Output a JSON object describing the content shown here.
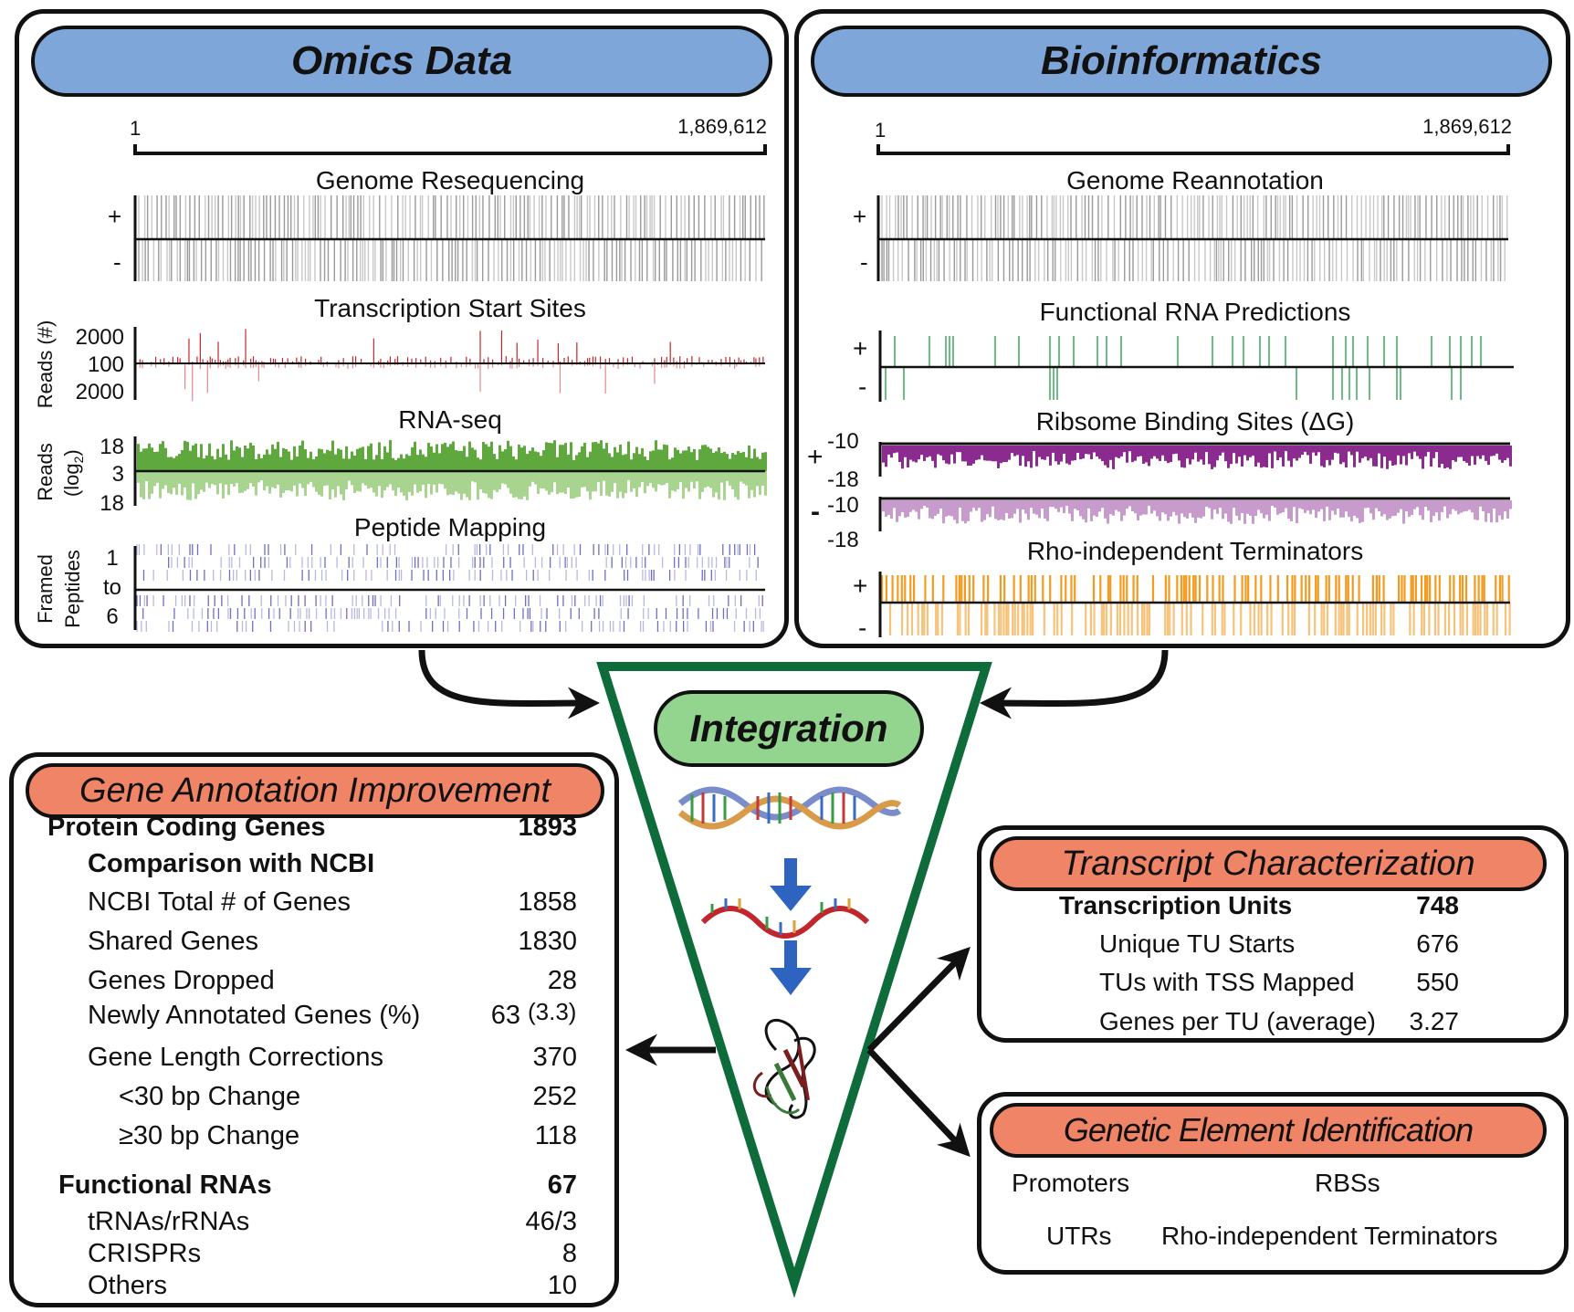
{
  "omics": {
    "title": "Omics Data",
    "axis_start": "1",
    "axis_end": "1,869,612",
    "tracks": {
      "genome_reseq": {
        "title": "Genome Resequencing",
        "plus": "+",
        "minus": "-"
      },
      "tss": {
        "title": "Transcription Start Sites",
        "ylabel": "Reads (#)",
        "ticks": [
          "2000",
          "100",
          "2000"
        ]
      },
      "rnaseq": {
        "title": "RNA-seq",
        "ylabel_line1": "Reads",
        "ylabel_line2": "(log",
        "ylabel_sub": "2",
        "ylabel_close": ")",
        "ticks": [
          "18",
          "3",
          "18"
        ]
      },
      "peptide": {
        "title": "Peptide Mapping",
        "ylabel_line1": "Framed",
        "ylabel_line2": "Peptides",
        "ticks": [
          "1",
          "to",
          "6"
        ]
      }
    }
  },
  "bioinformatics": {
    "title": "Bioinformatics",
    "axis_start": "1",
    "axis_end": "1,869,612",
    "tracks": {
      "reannotation": {
        "title": "Genome Reannotation",
        "plus": "+",
        "minus": "-"
      },
      "frna": {
        "title": "Functional RNA Predictions",
        "plus": "+",
        "minus": "-"
      },
      "rbs": {
        "title": "Ribsome Binding Sites (ΔG)",
        "plus": "+",
        "minus": "-",
        "ticks": [
          "-10",
          "-18",
          "-10",
          "-18"
        ]
      },
      "terminators": {
        "title": "Rho-independent Terminators",
        "plus": "+",
        "minus": "-"
      }
    }
  },
  "integration": {
    "title": "Integration"
  },
  "gene_annotation": {
    "title": "Gene Annotation Improvement",
    "rows": [
      {
        "label": "Protein Coding Genes",
        "value": "1893"
      },
      {
        "label": "Comparison with NCBI",
        "value": ""
      },
      {
        "label": "NCBI Total # of Genes",
        "value": "1858"
      },
      {
        "label": "Shared Genes",
        "value": "1830"
      },
      {
        "label": "Genes Dropped",
        "value": "28"
      },
      {
        "label": "Newly Annotated Genes (%)",
        "value": "63",
        "extra": "(3.3)"
      },
      {
        "label": "Gene Length Corrections",
        "value": "370"
      },
      {
        "label": "<30 bp Change",
        "value": "252"
      },
      {
        "label": "≥30 bp Change",
        "value": "118"
      },
      {
        "label": "Functional RNAs",
        "value": "67"
      },
      {
        "label": "tRNAs/rRNAs",
        "value": "46/3"
      },
      {
        "label": "CRISPRs",
        "value": "8"
      },
      {
        "label": "Others",
        "value": "10"
      }
    ]
  },
  "transcript": {
    "title": "Transcript Characterization",
    "rows": [
      {
        "label": "Transcription Units",
        "value": "748"
      },
      {
        "label": "Unique TU Starts",
        "value": "676"
      },
      {
        "label": "TUs with TSS Mapped",
        "value": "550"
      },
      {
        "label": "Genes per TU (average)",
        "value": "3.27"
      }
    ]
  },
  "genetic": {
    "title": "Genetic Element Identification",
    "items": [
      "Promoters",
      "RBSs",
      "UTRs",
      "Rho-independent Terminators"
    ]
  },
  "colors": {
    "header_blue": "#7ea6d9",
    "header_orange": "#f08466",
    "header_green": "#93d58e",
    "triangle": "#0e6b3a",
    "arrow_blue": "#2f63c0",
    "tss_red": "#c0262c",
    "rnaseq_green": "#5ea83d",
    "rnaseq_light": "#a9d490",
    "frna_green": "#3aa55a",
    "rbs_purple": "#8b2b8f",
    "rbs_light": "#c79ccc",
    "term_orange": "#f39a1f",
    "term_light": "#f7c27a",
    "peptide": "#6d6fc2"
  }
}
